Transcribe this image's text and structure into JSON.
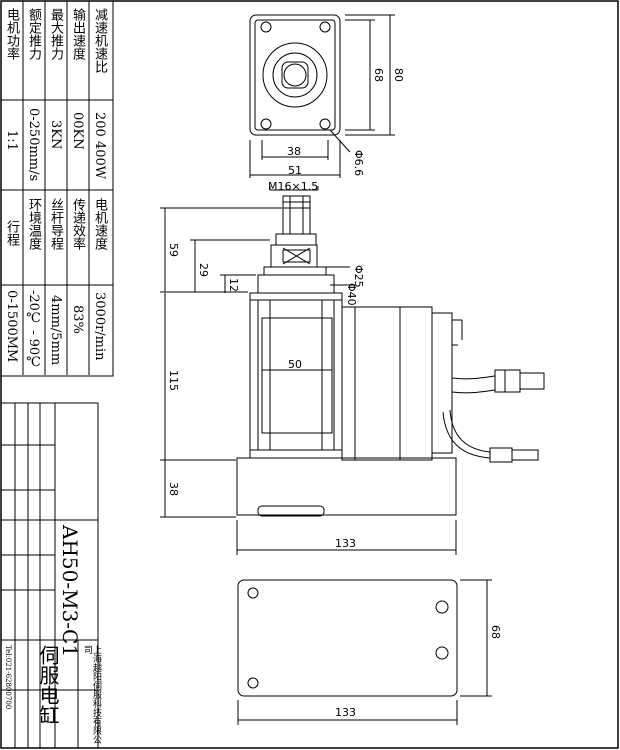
{
  "spec_table": {
    "rows": [
      {
        "label": "电机功率",
        "value": "200 400W"
      },
      {
        "label": "额定推力",
        "value": "00KN"
      },
      {
        "label": "最大推力",
        "value": "3KN"
      },
      {
        "label": "输出速度",
        "value": "0-250mm/s"
      },
      {
        "label": "减速机速比",
        "value": "1:1"
      }
    ],
    "rows2": [
      {
        "label": "电机速度",
        "value": "3000r/min"
      },
      {
        "label": "传递效率",
        "value": "83%"
      },
      {
        "label": "丝杆导程",
        "value": "4mm/5mm"
      },
      {
        "label": "环境温度",
        "value": "-20℃ - 90℃"
      },
      {
        "label": "行程",
        "value": "0-1500MM"
      }
    ]
  },
  "title_block": {
    "model": "AH50-M3-C1",
    "product_name": "伺服电缸",
    "company": "上海越阳伺服科技有限公司",
    "contact": "Tel:021-62800700"
  },
  "dimensions": {
    "flange_80": "80",
    "flange_68": "68",
    "flange_38": "38",
    "flange_51": "51",
    "hole_dia": "Φ6.6",
    "thread": "M16×1.5",
    "rod_59": "59",
    "rod_29": "29",
    "rod_12": "12",
    "dia_25": "Φ25",
    "dia_40": "Φ40",
    "body_50": "50",
    "body_115": "115",
    "base_38": "38",
    "width_133": "133",
    "bottom_68": "68",
    "bottom_133": "133"
  }
}
